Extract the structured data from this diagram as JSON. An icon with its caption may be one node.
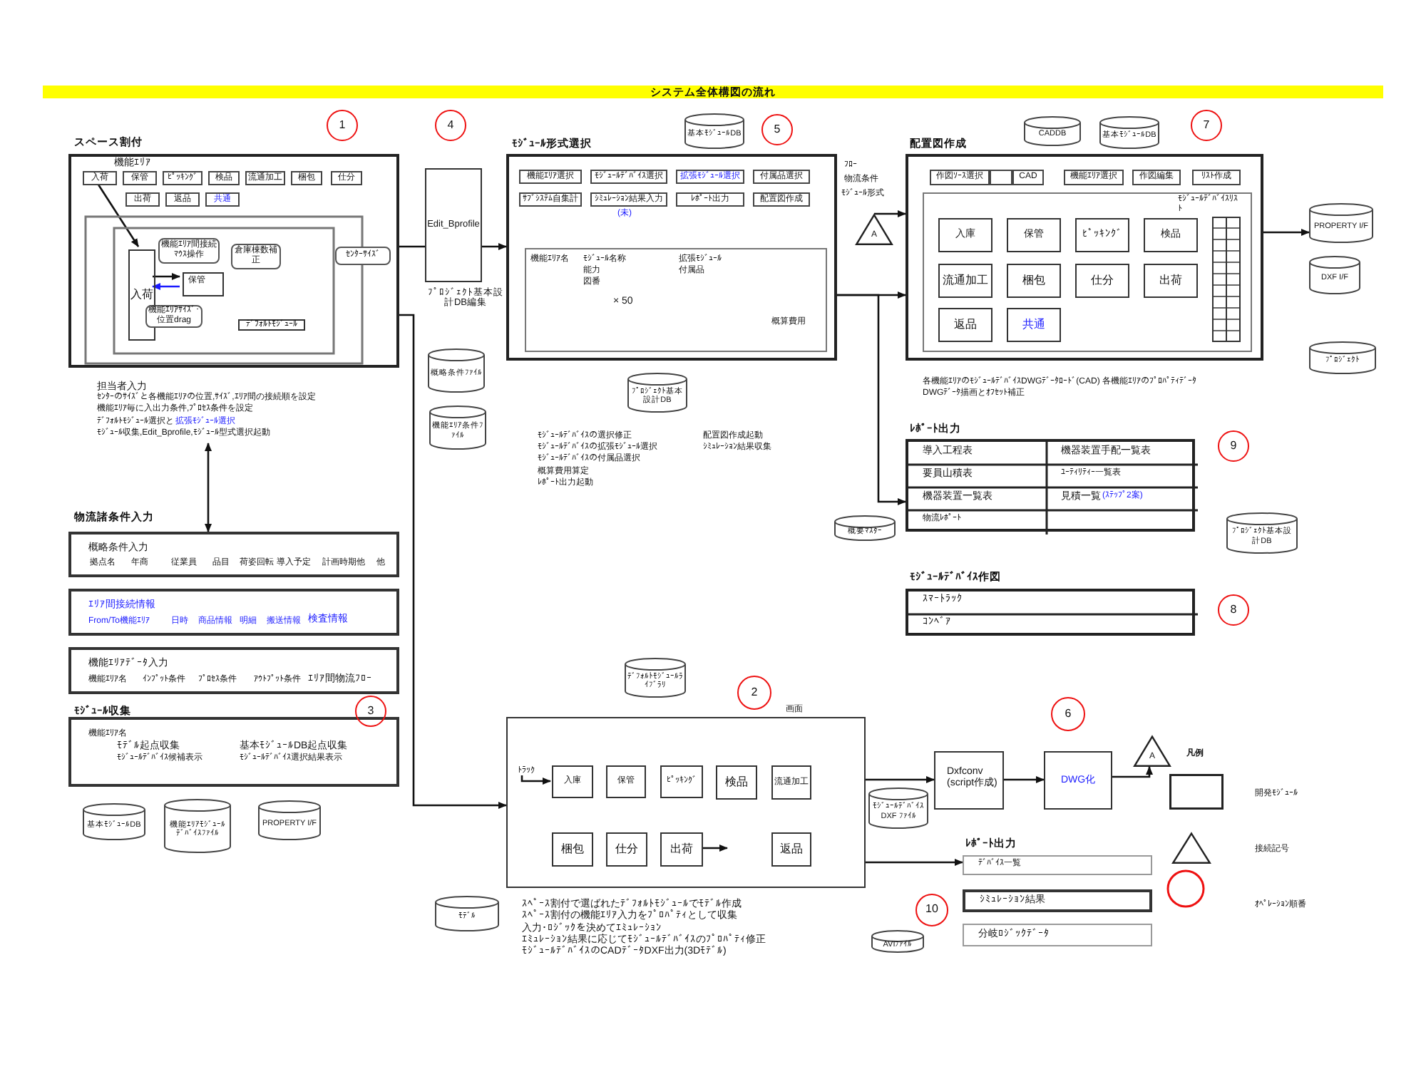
{
  "diagram": {
    "title": "システム全体構図の流れ",
    "nodes": [
      {
        "text": [
          "スペース割付",
          "機能ｴﾘｱ"
        ]
      },
      {
        "text": [
          "入荷"
        ],
        "in": 0
      },
      {
        "text": [
          "保管"
        ],
        "in": 0
      },
      {
        "text": [
          "ﾋﾟｯｷﾝｸﾞ"
        ],
        "in": 0
      },
      {
        "text": [
          "検品"
        ],
        "in": 0
      },
      {
        "text": [
          "流通加工"
        ],
        "in": 0
      },
      {
        "text": [
          "梱包"
        ],
        "in": 0
      },
      {
        "text": [
          "仕分"
        ],
        "in": 0
      },
      {
        "text": [
          "出荷"
        ],
        "in": 0
      },
      {
        "text": [
          "返品"
        ],
        "in": 0
      },
      {
        "text": [
          "共通"
        ],
        "in": 0
      },
      {
        "text": [
          "機能ｴﾘｱ間接続ﾏｳｽ操作"
        ],
        "in": 0
      },
      {
        "text": [
          "倉庫棟数補正"
        ],
        "in": 0
      },
      {
        "text": [
          "ｾﾝﾀｰｻｲｽﾞ"
        ],
        "in": 0
      },
      {
        "text": [
          "入荷"
        ],
        "in": 0
      },
      {
        "text": [
          "保管"
        ],
        "in": 0
      },
      {
        "text": [
          "機能ｴﾘｱｻｲｽﾞ･位置drag"
        ],
        "in": 0
      },
      {
        "text": [
          "ﾃﾞﾌｫﾙﾄﾓｼﾞｭｰﾙ"
        ],
        "in": 0
      },
      {
        "text": [
          "担当者入力",
          "ｾﾝﾀｰのｻｲｽﾞと各機能ｴﾘｱの位置,ｻｲｽﾞ,ｴﾘｱ間の接続順を設定",
          "機能ｴﾘｱ毎に入出力条件,ﾌﾟﾛｾｽ条件を設定",
          "ﾃﾞﾌｫﾙﾄﾓｼﾞｭｰﾙ選択と",
          "拡張ﾓｼﾞｭｰﾙ選択",
          "ﾓｼﾞｭｰﾙ収集,Edit_Bprofile,ﾓｼﾞｭｰﾙ型式選択起動"
        ]
      },
      {
        "text": [
          "1"
        ]
      },
      {
        "text": [
          "4"
        ]
      },
      {
        "text": [
          "Edit_Bprofile"
        ],
        "beside": [
          "ﾌﾟﾛｼﾞｪｸﾄ基本設計DB編集"
        ]
      },
      {
        "text": [
          "概略条件ﾌｧｲﾙ"
        ]
      },
      {
        "text": [
          "機能ｴﾘｱ条件ﾌｧｲﾙ"
        ]
      },
      {
        "text": [
          "ﾓｼﾞｭｰﾙ形式選択"
        ]
      },
      {
        "text": [
          "基本ﾓｼﾞｭｰﾙDB"
        ]
      },
      {
        "text": [
          "5"
        ]
      },
      {
        "text": [
          "機能ｴﾘｱ選択"
        ],
        "in": 24
      },
      {
        "text": [
          "ﾓｼﾞｭｰﾙﾃﾞﾊﾞｲｽ選択"
        ],
        "in": 24
      },
      {
        "text": [
          "拡張ﾓｼﾞｭｰﾙ選択"
        ],
        "in": 24
      },
      {
        "text": [
          "付属品選択"
        ],
        "in": 24
      },
      {
        "text": [
          "ｻﾌﾞｼｽﾃﾑ自集計"
        ],
        "in": 24
      },
      {
        "text": [
          "ｼﾐｭﾚｰｼｮﾝ結果入力"
        ],
        "in": 24,
        "beside": [
          "(未)"
        ]
      },
      {
        "text": [
          "ﾚﾎﾟｰﾄ出力"
        ],
        "in": 24
      },
      {
        "text": [
          "配置図作成"
        ],
        "in": 24
      },
      {
        "text": [
          "機能ｴﾘｱ名",
          "ﾓｼﾞｭｰﾙ名称",
          "能力",
          "図番",
          "拡張ﾓｼﾞｭｰﾙ",
          "付属品",
          "× 50",
          "概算費用"
        ],
        "in": 24
      },
      {
        "text": [
          "ﾌﾟﾛｼﾞｪｸﾄ基本設計DB"
        ]
      },
      {
        "text": [
          "A"
        ]
      },
      {
        "text": [
          "配置図作成"
        ]
      },
      {
        "text": [
          "CADDB"
        ]
      },
      {
        "text": [
          "基本ﾓｼﾞｭｰﾙDB"
        ]
      },
      {
        "text": [
          "7"
        ]
      },
      {
        "text": [
          "作図ｿｰｽ選択"
        ],
        "in": 38
      },
      {
        "text": [],
        "shape": "box",
        "in": 38
      },
      {
        "text": [
          "CAD"
        ],
        "in": 38
      },
      {
        "text": [
          "機能ｴﾘｱ選択"
        ],
        "in": 38
      },
      {
        "text": [
          "作図編集"
        ],
        "in": 38
      },
      {
        "text": [
          "ﾘｽﾄ作成"
        ],
        "in": 38
      },
      {
        "text": [
          "ﾓｼﾞｭｰﾙﾃﾞﾊﾞｲｽﾘｽﾄ"
        ],
        "in": 38
      },
      {
        "text": [
          "入庫"
        ],
        "in": 48
      },
      {
        "text": [
          "保管"
        ],
        "in": 48
      },
      {
        "text": [
          "ﾋﾟｯｷﾝｸﾞ"
        ],
        "in": 48
      },
      {
        "text": [
          "検品"
        ],
        "in": 48
      },
      {
        "text": [
          "流通加工"
        ],
        "in": 48
      },
      {
        "text": [
          "梱包"
        ],
        "in": 48
      },
      {
        "text": [
          "仕分"
        ],
        "in": 48
      },
      {
        "text": [
          "出荷"
        ],
        "in": 48
      },
      {
        "text": [
          "返品"
        ],
        "in": 48
      },
      {
        "text": [
          "共通"
        ],
        "in": 48
      },
      {
        "text": [
          "PROPERTY I/F"
        ]
      },
      {
        "text": [
          "DXF I/F"
        ]
      },
      {
        "text": [
          "ﾌﾟﾛｼﾞｪｸﾄ"
        ]
      },
      {
        "text": [
          "ﾚﾎﾟｰﾄ出力",
          "導入工程表",
          "機器装置手配一覧表",
          "要員山積表",
          "ﾕｰﾃｨﾘﾃｨｰ一覧表",
          "機器装置一覧表",
          "見積一覧",
          "(ｽﾃｯﾌﾟ2案)",
          "物流ﾚﾎﾟｰﾄ"
        ]
      },
      {
        "text": [
          "9"
        ]
      },
      {
        "text": [
          "概要ﾏｽﾀｰ"
        ]
      },
      {
        "text": [
          "ﾌﾟﾛｼﾞｪｸﾄ基本設計DB"
        ]
      },
      {
        "text": [
          "ﾓｼﾞｭｰﾙﾃﾞﾊﾞｲｽ作図",
          "ｽﾏｰﾄﾗｯｸ",
          "ｺﾝﾍﾞｱ"
        ]
      },
      {
        "text": [
          "8"
        ]
      },
      {
        "text": [
          "物流諸条件入力",
          "概略条件入力",
          "拠点名",
          "年商",
          "従業員",
          "品目",
          "荷姿回転",
          "導入予定",
          "計画時期他",
          "他"
        ]
      },
      {
        "text": [
          "ｴﾘｱ間接続情報",
          "From/To機能ｴﾘｱ",
          "日時",
          "商品情報",
          "明細",
          "搬送情報",
          "検査情報"
        ]
      },
      {
        "text": [
          "機能ｴﾘｱﾃﾞｰﾀ入力",
          "機能ｴﾘｱ名",
          "ｲﾝﾌﾟｯﾄ条件",
          "ﾌﾟﾛｾｽ条件",
          "ｱｳﾄﾌﾟｯﾄ条件",
          "ｴﾘｱ間物流ﾌﾛｰ"
        ]
      },
      {
        "text": [
          "ﾓｼﾞｭｰﾙ収集",
          "機能ｴﾘｱ名",
          "ﾓﾃﾞﾙ起点収集",
          "基本ﾓｼﾞｭｰﾙDB起点収集",
          "ﾓｼﾞｭｰﾙﾃﾞﾊﾞｲｽ候補表示",
          "ﾓｼﾞｭｰﾙﾃﾞﾊﾞｲｽ選択結果表示"
        ]
      },
      {
        "text": [
          "3"
        ]
      },
      {
        "text": [
          "基本ﾓｼﾞｭｰﾙDB"
        ]
      },
      {
        "text": [
          "機能ｴﾘｱﾓｼﾞｭｰﾙﾃﾞﾊﾞｲｽﾌｧｲﾙ"
        ]
      },
      {
        "text": [
          "PROPERTY I/F"
        ]
      },
      {
        "text": [
          "ﾃﾞﾌｫﾙﾄﾓｼﾞｭｰﾙﾗｲﾌﾞﾗﾘ"
        ]
      },
      {
        "text": [
          "2"
        ]
      },
      {
        "text": [
          "画面"
        ]
      },
      {
        "text": [
          "ﾄﾗｯｸ"
        ],
        "in": 78
      },
      {
        "text": [
          "入庫"
        ],
        "in": 78
      },
      {
        "text": [
          "保管"
        ],
        "in": 78
      },
      {
        "text": [
          "ﾋﾟｯｷﾝｸﾞ"
        ],
        "in": 78
      },
      {
        "text": [
          "検品"
        ],
        "in": 78
      },
      {
        "text": [
          "流通加工"
        ],
        "in": 78
      },
      {
        "text": [
          "梱包"
        ],
        "in": 78
      },
      {
        "text": [
          "仕分"
        ],
        "in": 78
      },
      {
        "text": [
          "出荷"
        ],
        "in": 78
      },
      {
        "text": [
          "返品"
        ],
        "in": 78
      },
      {
        "text": [
          "ｽﾍﾟｰｽ割付で選ばれたﾃﾞﾌｫﾙﾄﾓｼﾞｭｰﾙでﾓﾃﾞﾙ作成",
          "ｽﾍﾟｰｽ割付の機能ｴﾘｱ入力をﾌﾟﾛﾊﾟﾃｨとして収集",
          "入力･ﾛｼﾞｯｸを決めてｴﾐｭﾚｰｼｮﾝ",
          "ｴﾐｭﾚｰｼｮﾝ結果に応じてﾓｼﾞｭｰﾙﾃﾞﾊﾞｲｽのﾌﾟﾛﾊﾟﾃｨ修正",
          "ﾓｼﾞｭｰﾙﾃﾞﾊﾞｲｽのCADﾃﾞｰﾀDXF出力(3Dﾓﾃﾞﾙ)"
        ]
      },
      {
        "text": [
          "ﾓﾃﾞﾙ"
        ]
      },
      {
        "text": [
          "Dxfconv (script作成)"
        ]
      },
      {
        "text": [
          "DWG化"
        ]
      },
      {
        "text": [
          "A"
        ]
      },
      {
        "text": [
          "6"
        ]
      },
      {
        "text": [
          "ﾓｼﾞｭｰﾙﾃﾞﾊﾞｲｽDXF ﾌｧｲﾙ"
        ]
      },
      {
        "text": [
          "ﾚﾎﾟｰﾄ出力",
          "ﾃﾞﾊﾞｲｽ一覧"
        ]
      },
      {
        "text": [
          "ｼﾐｭﾚｰｼｮﾝ結果"
        ]
      },
      {
        "text": [
          "分岐ﾛｼﾞｯｸﾃﾞｰﾀ"
        ]
      },
      {
        "text": [
          "10"
        ]
      },
      {
        "text": [
          "AVIﾌｧｲﾙ"
        ]
      }
    ],
    "edges": [
      {
        "from": 1,
        "to": 14,
        "arrow": "to"
      },
      {
        "from": 14,
        "to": 15,
        "arrow": "to"
      },
      {
        "from": 15,
        "to": 14,
        "arrow": "to",
        "color": "#1a1aff"
      },
      {
        "from": 0,
        "to": 21,
        "arrow": "none"
      },
      {
        "from": 21,
        "to": 24,
        "arrow": "to"
      },
      {
        "from": 0,
        "to": 78,
        "arrow": "to"
      },
      {
        "from": 18,
        "to": 68,
        "arrow": "both"
      },
      {
        "from": 37,
        "to": 38,
        "arrow": "to"
      },
      {
        "from": 24,
        "to": 38,
        "arrow": "to"
      },
      {
        "from": 24,
        "to": 62,
        "arrow": "to"
      },
      {
        "from": 38,
        "to": 59,
        "arrow": "to"
      },
      {
        "from": 79,
        "to": 80,
        "arrow": "to"
      },
      {
        "from": 87,
        "to": null,
        "arrow": "to"
      },
      {
        "from": 78,
        "to": 91,
        "arrow": "to"
      },
      {
        "from": 91,
        "to": 92,
        "arrow": "to"
      },
      {
        "from": 92,
        "to": 93,
        "arrow": "to"
      },
      {
        "from": 78,
        "to": 96,
        "arrow": "to"
      }
    ],
    "labels": [
      "ﾌﾛｰ",
      "物流条件",
      "ﾓｼﾞｭｰﾙ形式",
      "ﾓｼﾞｭｰﾙﾃﾞﾊﾞｲｽの選択修正",
      "ﾓｼﾞｭｰﾙﾃﾞﾊﾞｲｽの拡張ﾓｼﾞｭｰﾙ選択",
      "ﾓｼﾞｭｰﾙﾃﾞﾊﾞｲｽの付属品選択",
      "概算費用算定",
      "ﾚﾎﾟｰﾄ出力起動",
      "配置図作成起動",
      "ｼﾐｭﾚｰｼｮﾝ結果収集",
      "各機能ｴﾘｱのﾓｼﾞｭｰﾙﾃﾞﾊﾞｲｽDWGﾃﾞｰﾀﾛｰﾄﾞ(CAD) 各機能ｴﾘｱのﾌﾟﾛﾊﾟﾃｨﾃﾞｰﾀ",
      "DWGﾃﾞｰﾀ描画とｵﾌｾｯﾄ補正",
      "凡例"
    ],
    "legend": [
      {
        "text": "開発ﾓｼﾞｭｰﾙ"
      },
      {
        "text": "接続記号"
      },
      {
        "text": "ｵﾍﾟﾚｰｼｮﾝ順番"
      }
    ]
  }
}
